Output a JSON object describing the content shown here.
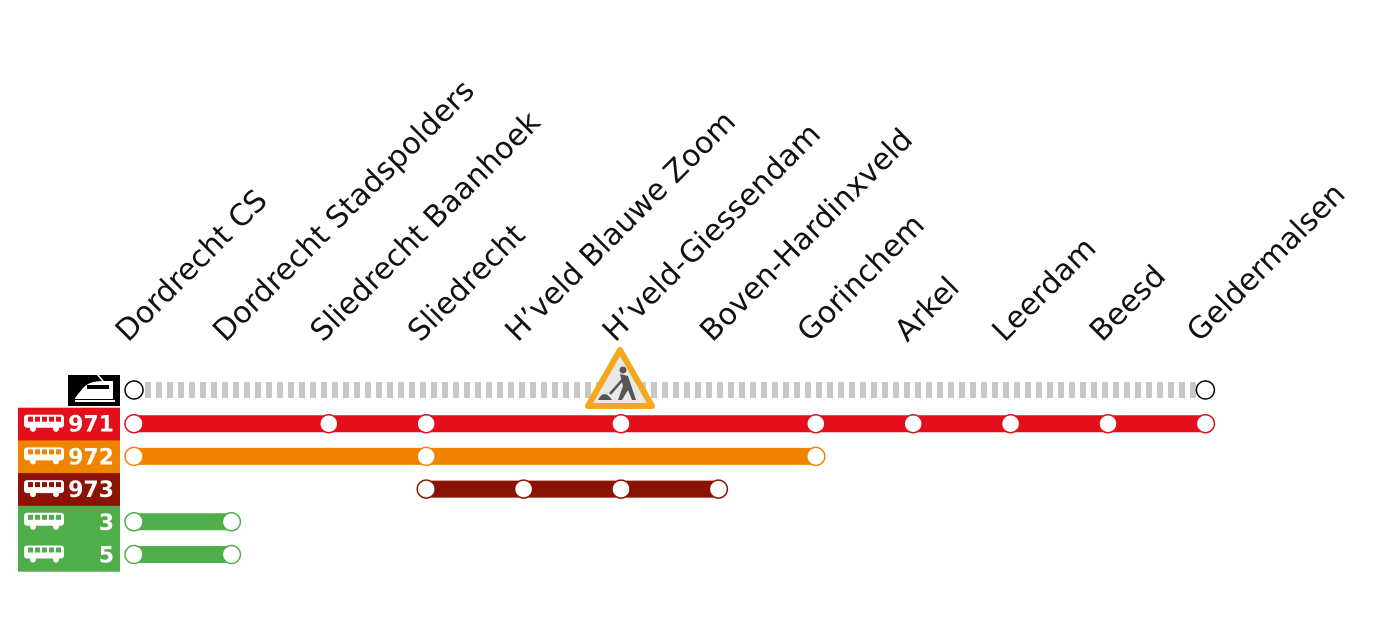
{
  "stations": [
    "Dordrecht CS",
    "Dordrecht Stadspolders",
    "Sliedrecht Baanhoek",
    "Sliedrecht",
    "H’veld Blauwe Zoom",
    "H’veld-Giessendam",
    "Boven-Hardinxveld",
    "Gorinchem",
    "Arkel",
    "Leerdam",
    "Beesd",
    "Geldermalsen"
  ],
  "lines": [
    {
      "mode": "train",
      "label": "",
      "icon": "train-icon",
      "color": "#000000",
      "line_color": "#c8c8c8",
      "dashed": true,
      "stops": [
        0,
        11
      ]
    },
    {
      "mode": "bus",
      "label": "971",
      "icon": "bus-icon",
      "color": "#e30f1b",
      "line_color": "#e30f1b",
      "dashed": false,
      "stops": [
        0,
        2,
        3,
        5,
        7,
        8,
        9,
        10,
        11
      ]
    },
    {
      "mode": "bus",
      "label": "972",
      "icon": "bus-icon",
      "color": "#f08300",
      "line_color": "#f08300",
      "dashed": false,
      "stops": [
        0,
        3,
        7
      ]
    },
    {
      "mode": "bus",
      "label": "973",
      "icon": "bus-icon",
      "color": "#8b1306",
      "line_color": "#8b1306",
      "dashed": false,
      "stops": [
        3,
        4,
        5,
        6
      ]
    },
    {
      "mode": "bus",
      "label": "3",
      "icon": "bus-icon",
      "color": "#4fad4a",
      "line_color": "#4fad4a",
      "dashed": false,
      "stops": [
        0,
        1
      ]
    },
    {
      "mode": "bus",
      "label": "5",
      "icon": "bus-icon",
      "color": "#4fad4a",
      "line_color": "#4fad4a",
      "dashed": false,
      "stops": [
        0,
        1
      ]
    }
  ],
  "notice": {
    "icon": "roadworks-warning-icon",
    "color": "#f5a81c",
    "between_stations": [
      4,
      6
    ]
  }
}
